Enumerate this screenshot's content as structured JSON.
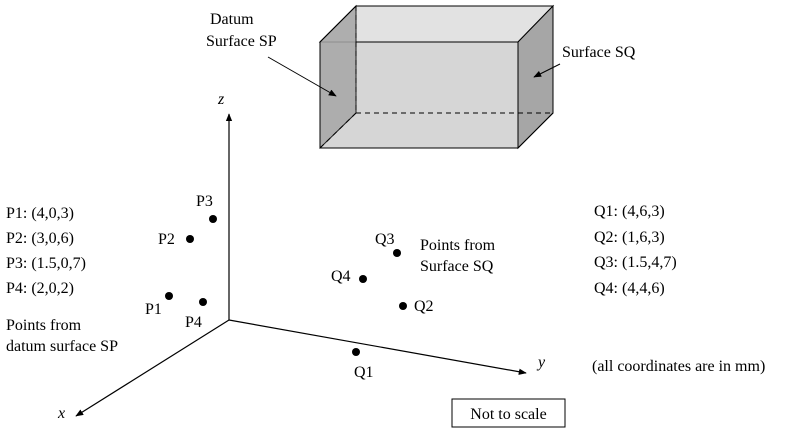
{
  "box_labels": {
    "datum_line1": "Datum",
    "datum_line2": "Surface SP",
    "surface_sq": "Surface SQ"
  },
  "axes": {
    "z": "z",
    "y": "y",
    "x": "x"
  },
  "p_list": [
    "P1: (4,0,3)",
    "P2: (3,0,6)",
    "P3: (1.5,0,7)",
    "P4: (2,0,2)"
  ],
  "q_list": [
    "Q1: (4,6,3)",
    "Q2: (1,6,3)",
    "Q3: (1.5,4,7)",
    "Q4: (4,4,6)"
  ],
  "points": {
    "p1": "P1",
    "p2": "P2",
    "p3": "P3",
    "p4": "P4",
    "q1": "Q1",
    "q2": "Q2",
    "q3": "Q3",
    "q4": "Q4"
  },
  "notes": {
    "sp_line1": "Points from",
    "sp_line2": "datum surface SP",
    "sq_line1": "Points from",
    "sq_line2": "Surface SQ",
    "units": "(all coordinates are in mm)",
    "scale": "Not to scale"
  },
  "colors": {
    "box_front": "#d6d6d6",
    "box_side": "#a6a6a6",
    "box_top": "#e2e2e2"
  }
}
